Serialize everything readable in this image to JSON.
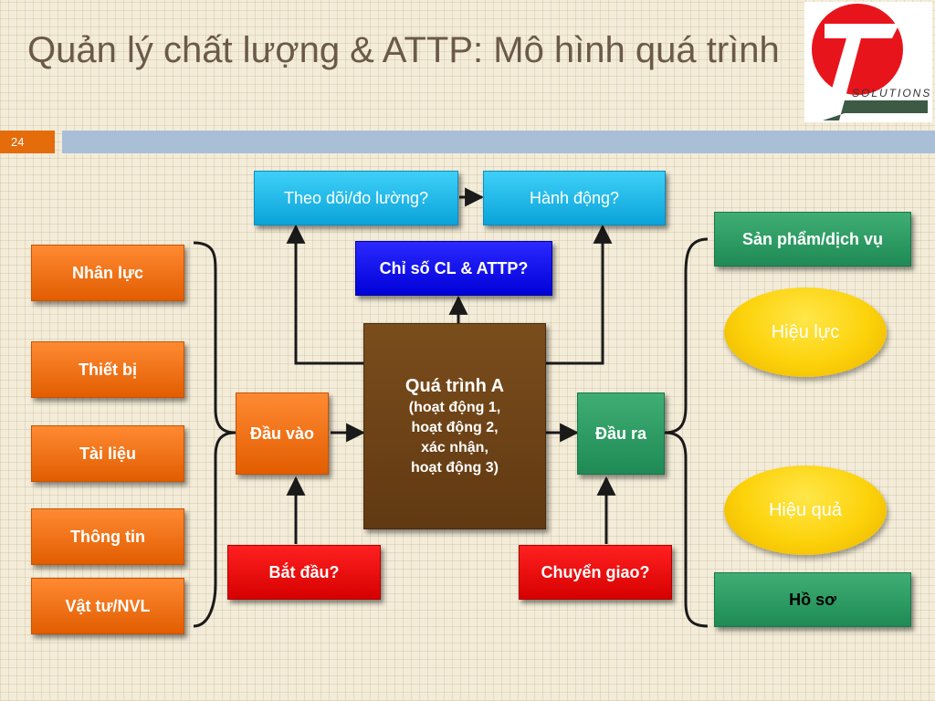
{
  "slide": {
    "title": "Quản lý chất lượng & ATTP: Mô hình quá trình",
    "number": "24",
    "logo_text": "SOLUTIONS"
  },
  "inputs": [
    "Nhân lực",
    "Thiết bị",
    "Tài liệu",
    "Thông tin",
    "Vật tư/NVL"
  ],
  "top": {
    "monitor": "Theo dõi/đo lường?",
    "action": "Hành động?",
    "indicator": "Chỉ số CL & ATTP?"
  },
  "process": {
    "title": "Quá trình A",
    "lines": [
      "(hoạt động 1,",
      "hoạt động 2,",
      "xác nhận,",
      "hoạt động 3)"
    ]
  },
  "input_box": "Đầu vào",
  "output_box": "Đầu ra",
  "start": "Bắt đầu?",
  "handover": "Chuyển giao?",
  "outputs": {
    "product": "Sản phẩm/dịch vụ",
    "effectiveness": "Hiệu lực",
    "efficiency": "Hiệu quả",
    "records": "Hồ sơ"
  },
  "colors": {
    "accent_orange": "#e46c0a",
    "cyan": "#0aa3d9",
    "green": "#1f8a55",
    "red": "#d60000",
    "blue": "#0000d8",
    "brown": "#613912",
    "yellow": "#fcd20a"
  }
}
